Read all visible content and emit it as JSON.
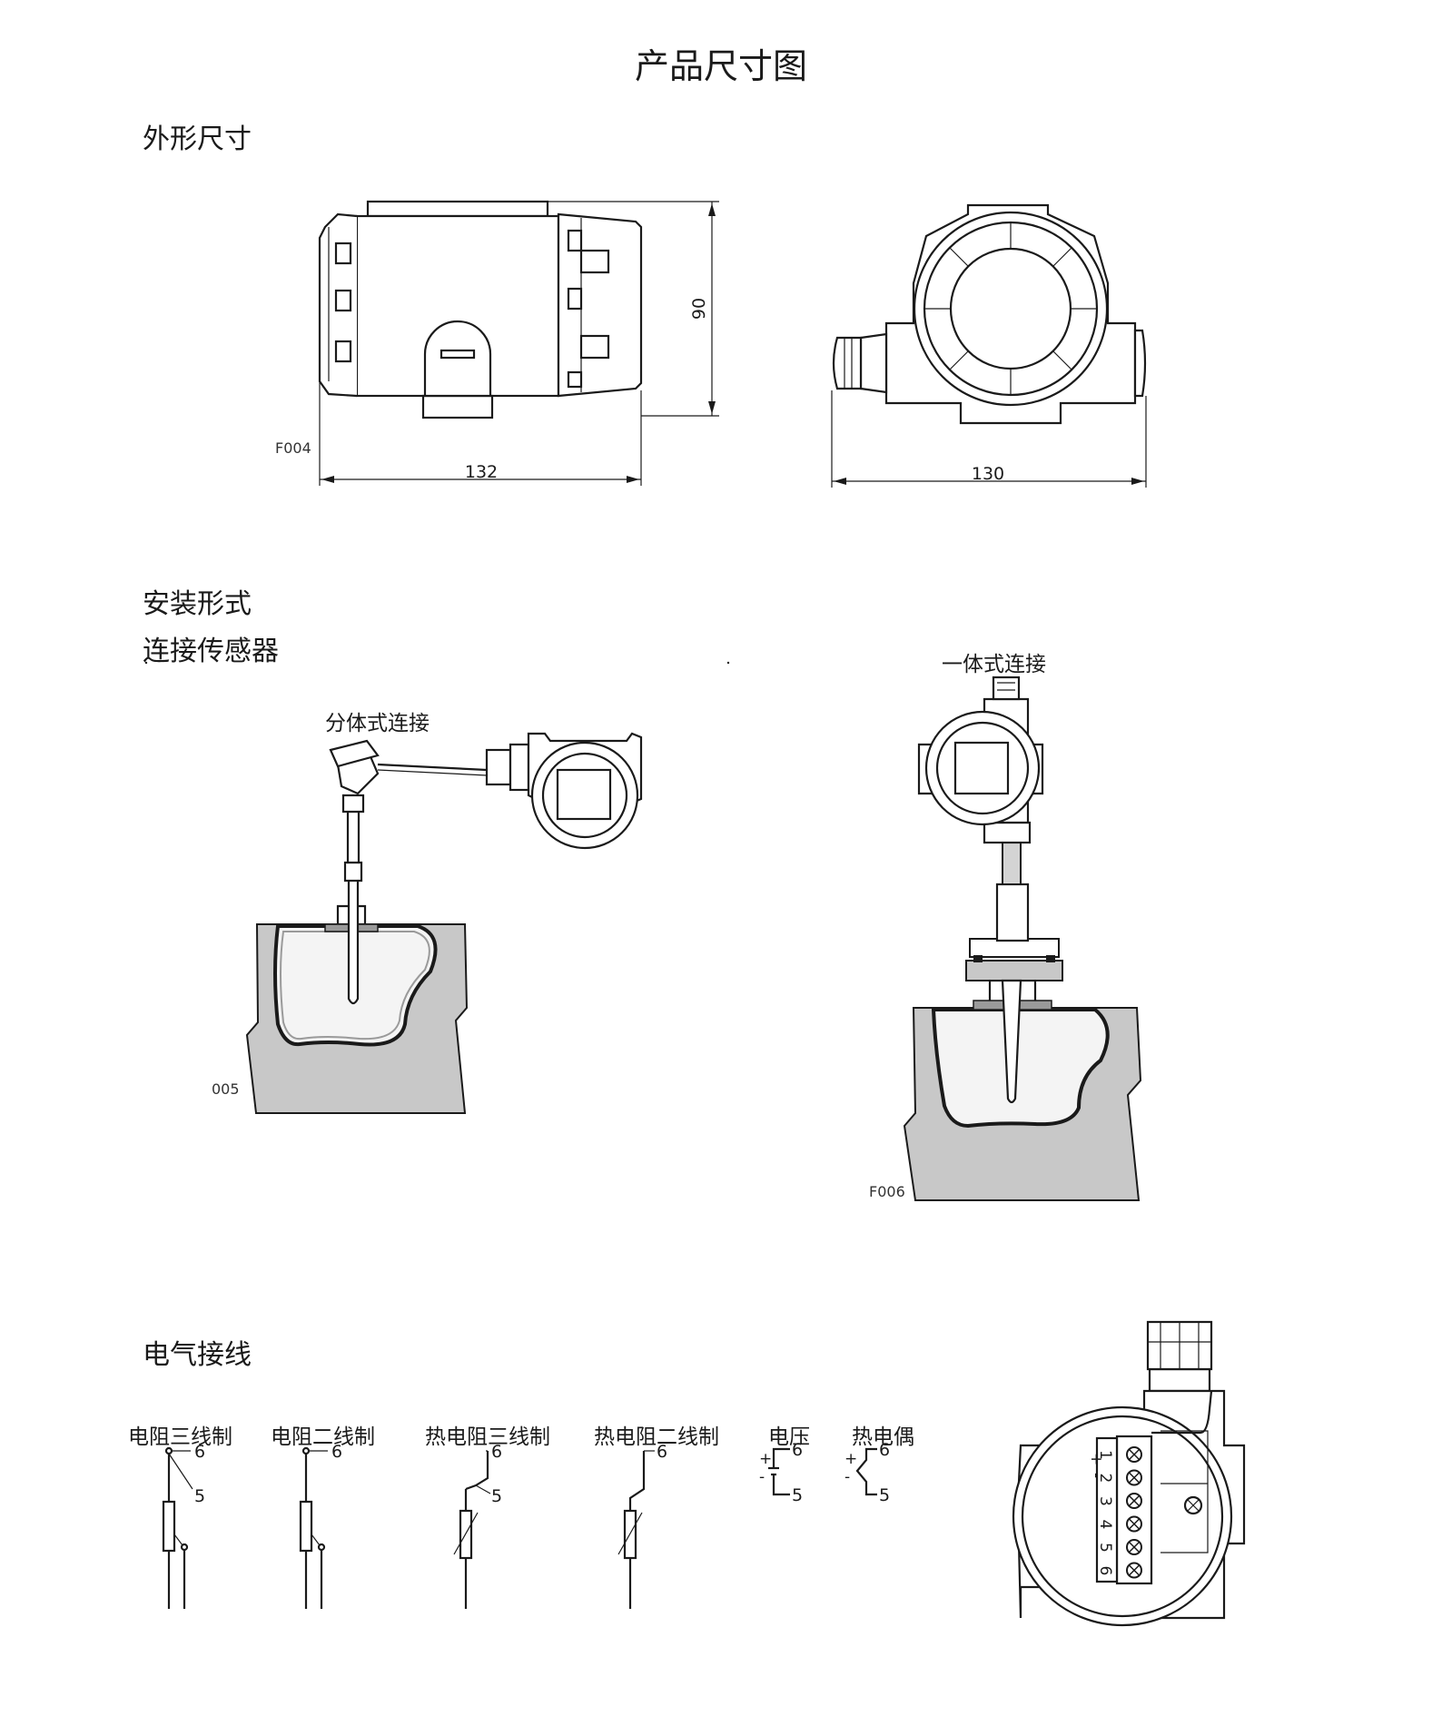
{
  "page_title": "产品尺寸图",
  "sections": {
    "dimensions": "外形尺寸",
    "installation": "安装形式",
    "sensor_connection": "连接传感器",
    "wiring": "电气接线"
  },
  "dimension_figure": {
    "code": "F004",
    "side_width": "132",
    "height": "90",
    "front_width": "130"
  },
  "install_figures": {
    "split_label": "分体式连接",
    "split_code": "005",
    "integrated_label": "一体式连接",
    "integrated_code": "F006"
  },
  "wiring_diagrams": [
    {
      "label": "电阻三线制",
      "t1": "6",
      "t2": "5"
    },
    {
      "label": "电阻二线制",
      "t1": "6"
    },
    {
      "label": "热电阻三线制",
      "t1": "6",
      "t2": "5"
    },
    {
      "label": "热电阻二线制",
      "t1": "6"
    },
    {
      "label": "电压",
      "t1": "6",
      "t2": "5",
      "plus": "+",
      "minus": "-"
    },
    {
      "label": "热电偶",
      "t1": "6",
      "t2": "5",
      "plus": "+",
      "minus": "-"
    }
  ],
  "terminal_block": {
    "numbers": [
      "1",
      "2",
      "3",
      "4",
      "5",
      "6"
    ],
    "plus": "+",
    "minus": "-"
  }
}
